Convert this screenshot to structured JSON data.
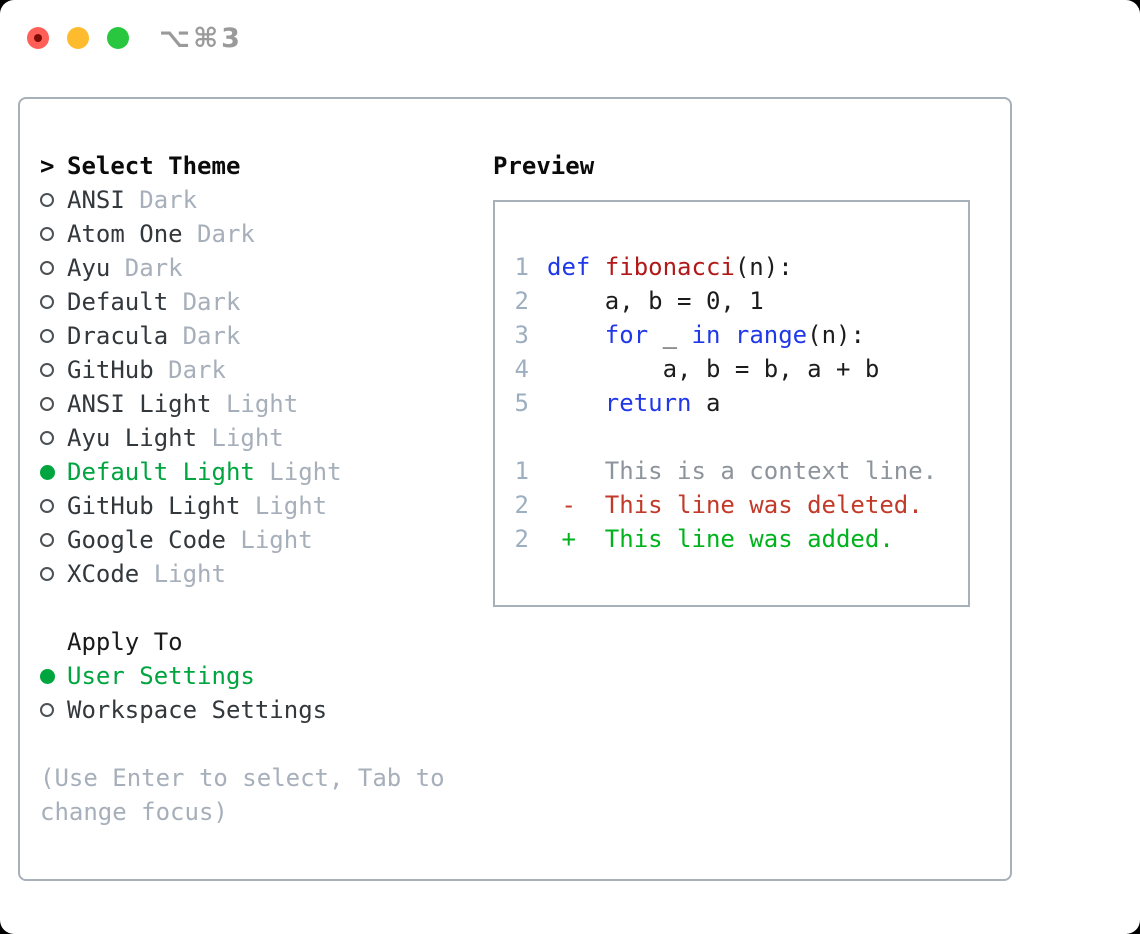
{
  "titlebar": {
    "shortcut": "⌥⌘3",
    "traffic_lights": [
      "close",
      "minimize",
      "zoom"
    ]
  },
  "colors": {
    "selected_green": "#00a53f",
    "added_green": "#00b31c",
    "deleted_red": "#c23a29",
    "keyword_blue": "#2138e8",
    "function_red": "#b11818",
    "muted_gray": "#a6afba",
    "line_number_gray": "#9caec0",
    "border_gray": "#a8b0ba"
  },
  "theme_list": {
    "header_marker": ">",
    "header": "Select Theme",
    "items": [
      {
        "name": "ANSI",
        "variant": "Dark",
        "selected": false
      },
      {
        "name": "Atom One",
        "variant": "Dark",
        "selected": false
      },
      {
        "name": "Ayu",
        "variant": "Dark",
        "selected": false
      },
      {
        "name": "Default",
        "variant": "Dark",
        "selected": false
      },
      {
        "name": "Dracula",
        "variant": "Dark",
        "selected": false
      },
      {
        "name": "GitHub",
        "variant": "Dark",
        "selected": false
      },
      {
        "name": "ANSI Light",
        "variant": "Light",
        "selected": false
      },
      {
        "name": "Ayu Light",
        "variant": "Light",
        "selected": false
      },
      {
        "name": "Default Light",
        "variant": "Light",
        "selected": true
      },
      {
        "name": "GitHub Light",
        "variant": "Light",
        "selected": false
      },
      {
        "name": "Google Code",
        "variant": "Light",
        "selected": false
      },
      {
        "name": "XCode",
        "variant": "Light",
        "selected": false
      }
    ]
  },
  "apply_to": {
    "header": "Apply To",
    "items": [
      {
        "name": "User Settings",
        "selected": true
      },
      {
        "name": "Workspace Settings",
        "selected": false
      }
    ]
  },
  "hint": "(Use Enter to select, Tab to change focus)",
  "preview": {
    "header": "Preview",
    "lines": [
      {
        "num": "1",
        "segments": [
          {
            "t": "def",
            "c": "kw"
          },
          {
            "t": " ",
            "c": "plain"
          },
          {
            "t": "fibonacci",
            "c": "fn"
          },
          {
            "t": "(n):",
            "c": "plain"
          }
        ]
      },
      {
        "num": "2",
        "segments": [
          {
            "t": "    a, b = 0, 1",
            "c": "plain"
          }
        ]
      },
      {
        "num": "3",
        "segments": [
          {
            "t": "    ",
            "c": "plain"
          },
          {
            "t": "for",
            "c": "kw"
          },
          {
            "t": " _ ",
            "c": "plain"
          },
          {
            "t": "in",
            "c": "kw"
          },
          {
            "t": " ",
            "c": "plain"
          },
          {
            "t": "range",
            "c": "kw"
          },
          {
            "t": "(n):",
            "c": "plain"
          }
        ]
      },
      {
        "num": "4",
        "segments": [
          {
            "t": "        a, b = b, a + b",
            "c": "plain"
          }
        ]
      },
      {
        "num": "5",
        "segments": [
          {
            "t": "    ",
            "c": "plain"
          },
          {
            "t": "return",
            "c": "kw"
          },
          {
            "t": " a",
            "c": "plain"
          }
        ]
      },
      {
        "num": "",
        "segments": []
      },
      {
        "num": "1",
        "segments": [
          {
            "t": "    This is a context line.",
            "c": "context"
          }
        ]
      },
      {
        "num": "2",
        "segments": [
          {
            "t": " -  This line was deleted.",
            "c": "deleted"
          }
        ]
      },
      {
        "num": "2",
        "segments": [
          {
            "t": " +  This line was added.",
            "c": "added"
          }
        ]
      }
    ]
  }
}
